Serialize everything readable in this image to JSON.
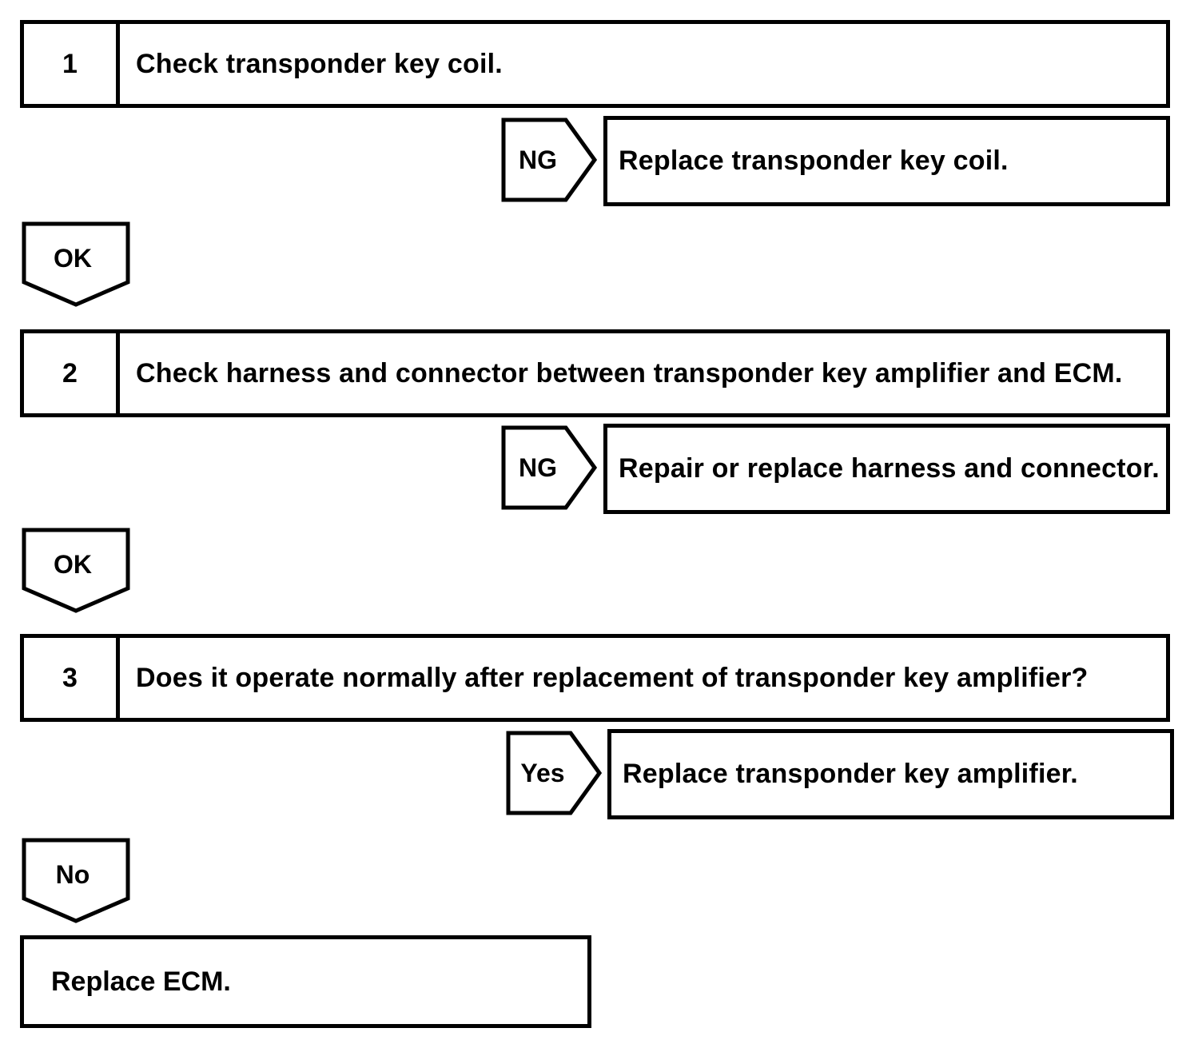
{
  "page": {
    "background_color": "#ffffff",
    "line_color": "#000000",
    "kind": "troubleshooting-flowchart"
  },
  "flow": {
    "steps": [
      {
        "number": "1",
        "instruction": "Check transponder key coil.",
        "fail_label": "NG",
        "fail_action": "Replace transponder key coil.",
        "pass_label": "OK"
      },
      {
        "number": "2",
        "instruction": "Check harness and connector between transponder key amplifier and ECM.",
        "fail_label": "NG",
        "fail_action": "Repair or replace harness and connector.",
        "pass_label": "OK"
      },
      {
        "number": "3",
        "instruction": "Does it operate normally after replacement of transponder key amplifier?",
        "fail_label": "Yes",
        "fail_action": "Replace transponder key amplifier.",
        "pass_label": "No"
      }
    ],
    "final_action": "Replace ECM."
  }
}
